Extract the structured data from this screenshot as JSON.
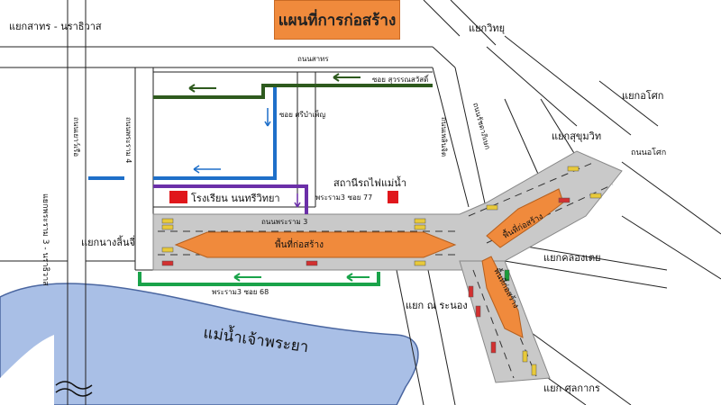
{
  "title": "แผนที่การก่อสร้าง",
  "labels": {
    "sathorn_narathiwat": "แยกสาทร - นราธิวาส",
    "withayu": "แยกวิทยุ",
    "sathorn_road": "ถนนสาทร",
    "suwan_sawat": "ซอย สุวรรณสวัสดิ์",
    "sri_bamphen": "ซอย ศรีบำเพ็ญ",
    "rama4_kaset": "ถนนพระราม 4",
    "ratchadaphisek": "ถนนรัชดาภิเษก",
    "phloen_chit": "ถนนเพลินจิต",
    "kho_sok": "แยกอโศก",
    "sukhumvit": "แยกสุขุมวิท",
    "rama3_rd": "ถนนพระราม 3",
    "soi77": "พระราม3 ซอย 77",
    "soi68": "พระราม3 ซอย 68",
    "school": "โรงเรียน นนทรีวิทยา",
    "station": "สถานีรถไฟแม่น้ำ",
    "nangluenchi": "แยกนางลิ้นจี่",
    "narathiwat_rama3": "แยกพระราม 3 - นราธิวาส",
    "area1": "พื้นที่ก่อสร้าง",
    "area2": "พื้นที่ก่อสร้าง",
    "area3": "พื้นที่ก่อสร้าง",
    "khlong_toei": "แยกคลองเตย",
    "na_ranong": "แยก ณ ระนอง",
    "sunlakakon": "แยก ศุลกากร",
    "river": "แม่น้ำเจ้าพระยา",
    "thonsathu": "ถนนเยาว์เรือ",
    "asoke_rd": "ถนนอโศก"
  },
  "colors": {
    "road": "#c9c9c9",
    "construction": "#f08a3c",
    "river": "#a9bfe6",
    "detour_green_dark": "#2e5a1e",
    "detour_blue": "#1e6fc9",
    "detour_purple": "#6b2fa8",
    "detour_green": "#1aa34a",
    "marker_red": "#e0161b"
  }
}
